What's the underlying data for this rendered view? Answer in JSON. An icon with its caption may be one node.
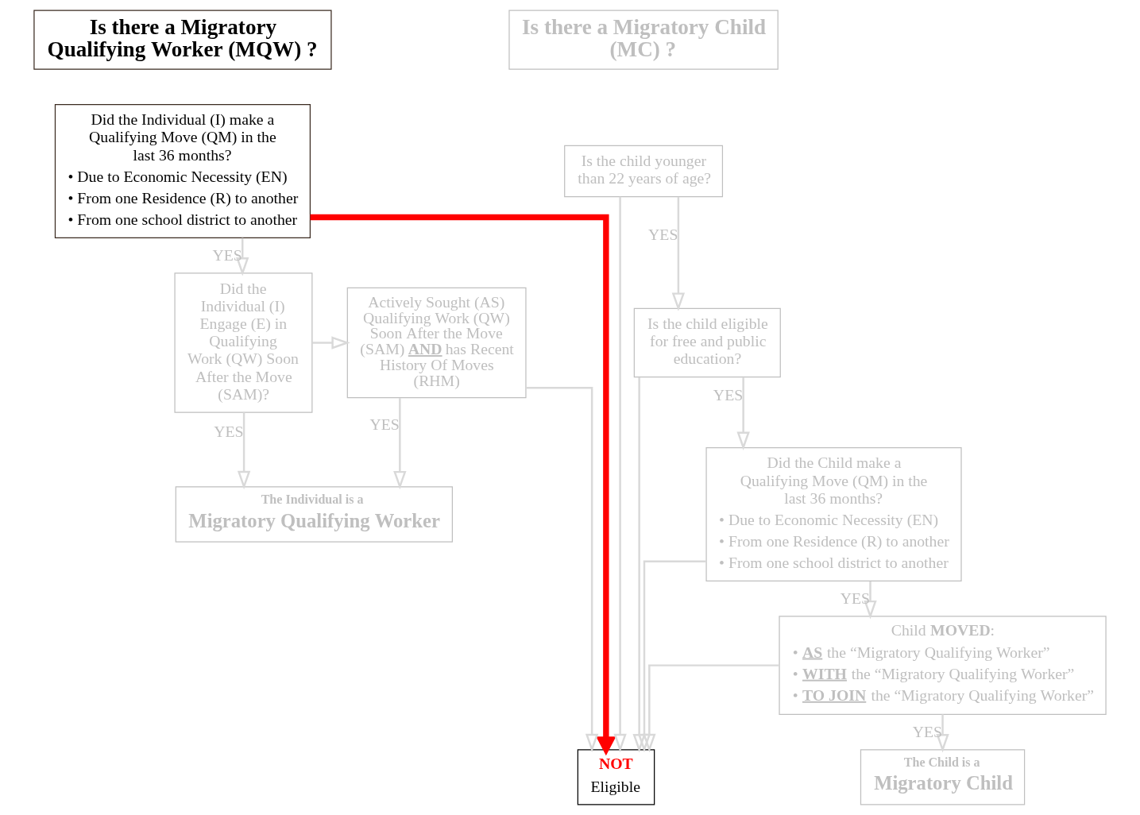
{
  "diagram": {
    "nodes": [
      {
        "text": [
          "Is there a Migratory Qualifying Worker (MQW) ?"
        ]
      },
      {
        "text": [
          "Is there a Migratory Child (MC) ?"
        ]
      },
      {
        "text": [
          "Did the Individual (I) make a Qualifying Move (QM) in the last 36 months?",
          "• Due to Economic Necessity (EN)",
          "• From one Residence (R) to another",
          "• From one school district to another"
        ]
      },
      {
        "text": [
          "Is the child younger than 22 years of age?"
        ]
      },
      {
        "text": [
          "Is the child eligible for free and public education?"
        ]
      },
      {
        "text": [
          "NOT",
          "Eligible"
        ]
      },
      {
        "text": [
          "Did the Individual (I) Engage (E) in Qualifying Work (QW) Soon After the Move (SAM)?"
        ]
      },
      {
        "text": [
          "Actively Sought (AS) Qualifying Work (QW) Soon After the Move (SAM) **AND** has Recent History Of Moves (RHM)"
        ]
      },
      {
        "text": [
          "Did the Child make a Qualifying Move (QM) in the last 36 months?",
          "• Due to Economic Necessity (EN)",
          "• From one Residence (R) to another",
          "• From one school district to another"
        ]
      },
      {
        "text": [
          "The Individual is a",
          "Migratory Qualifying Worker"
        ]
      },
      {
        "text": [
          "Child **MOVED**:",
          "• **AS** the “Migratory Qualifying Worker”",
          "• **WITH** the “Migratory Qualifying Worker”",
          "• **TO JOIN** the “Migratory Qualifying Worker”"
        ]
      },
      {
        "text": [
          "The Child is a",
          "Migratory Child"
        ]
      }
    ],
    "edges": [
      {
        "from": 2,
        "to": 5,
        "arrow": "to",
        "style": "thick",
        "color": "#ff0000"
      },
      {
        "from": 2,
        "to": 6,
        "arrow": "to",
        "label": "YES"
      },
      {
        "from": 6,
        "to": 7,
        "arrow": "to"
      },
      {
        "from": 6,
        "to": 9,
        "arrow": "to",
        "label": "YES"
      },
      {
        "from": 7,
        "to": 9,
        "arrow": "to",
        "label": "YES"
      },
      {
        "from": 3,
        "to": 5,
        "arrow": "to"
      },
      {
        "from": 3,
        "to": 4,
        "arrow": "to",
        "label": "YES"
      },
      {
        "from": 4,
        "to": 5,
        "arrow": "to"
      },
      {
        "from": 4,
        "to": 8,
        "arrow": "to",
        "label": "YES"
      },
      {
        "from": 7,
        "to": 5,
        "arrow": "to"
      },
      {
        "from": 8,
        "to": 5,
        "arrow": "to"
      },
      {
        "from": 8,
        "to": 10,
        "arrow": "to",
        "label": "YES"
      },
      {
        "from": 10,
        "to": 5,
        "arrow": "to"
      },
      {
        "from": 10,
        "to": 11,
        "arrow": "to",
        "label": "YES"
      }
    ]
  }
}
